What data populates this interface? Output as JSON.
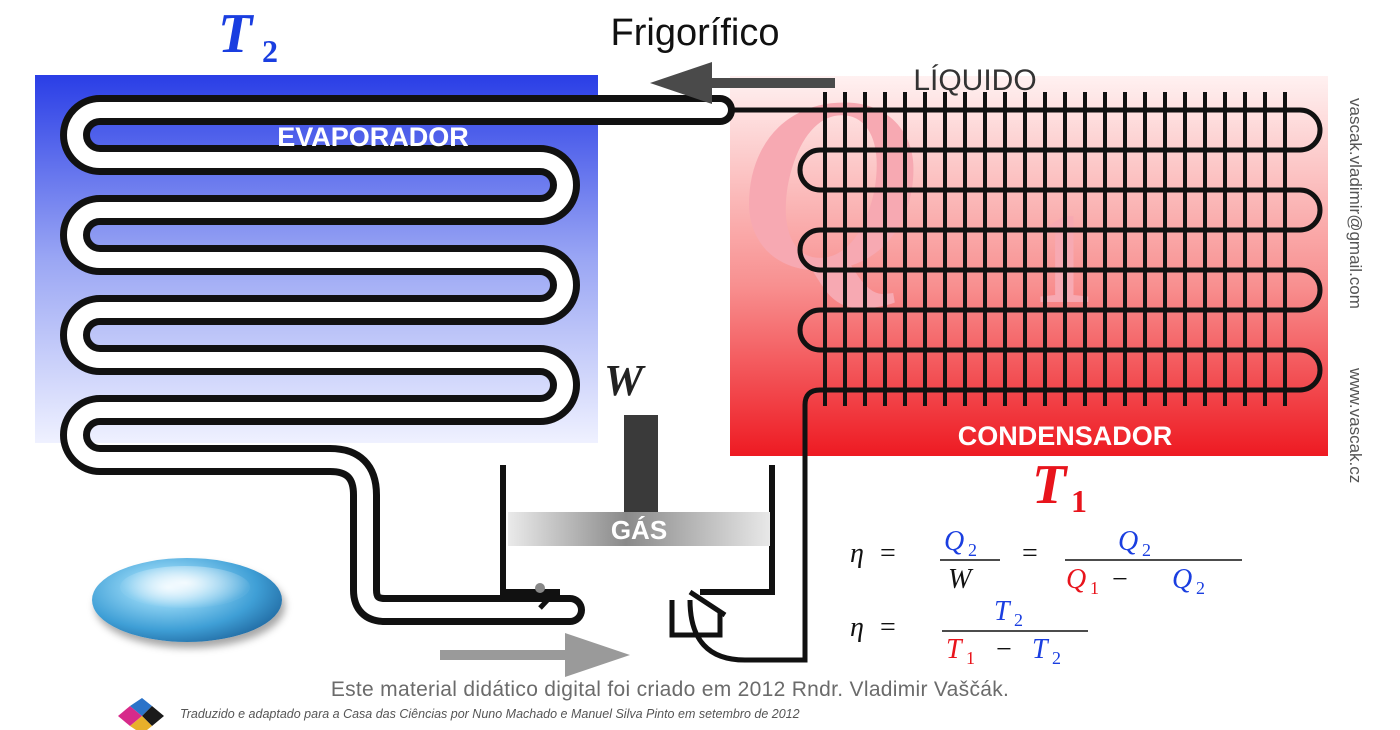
{
  "title": "Frigorífico",
  "labels": {
    "t2": "T",
    "t2_sub": "2",
    "t1": "T",
    "t1_sub": "1",
    "w": "W",
    "q": "Q",
    "q_sub": "1",
    "evaporator": "EVAPORADOR",
    "condenser": "CONDENSADOR",
    "liquid": "LÍQUIDO",
    "gas": "GÁS"
  },
  "formulas": {
    "eta": "η",
    "eq": "=",
    "minus": "−",
    "Q": "Q",
    "T": "T",
    "W": "W",
    "one": "1",
    "two": "2"
  },
  "side_text": {
    "email": "vascak.vladimir@gmail.com",
    "site": "www.vascak.cz"
  },
  "credits": {
    "line1": "Este material didático digital foi criado em 2012 Rndr. Vladimir Vaščák.",
    "line2": "Traduzido e adaptado para a Casa das Ciências por Nuno Machado e Manuel Silva Pinto em setembro de 2012"
  },
  "colors": {
    "evaporator_top": "#2a3ee6",
    "evaporator_bottom": "#eef0ff",
    "condenser_top": "#fff0f0",
    "condenser_bottom": "#ee1c24",
    "q_blue": "#1a3ee0",
    "q_red": "#e8141c",
    "q1_pink": "#f7a3ae"
  }
}
